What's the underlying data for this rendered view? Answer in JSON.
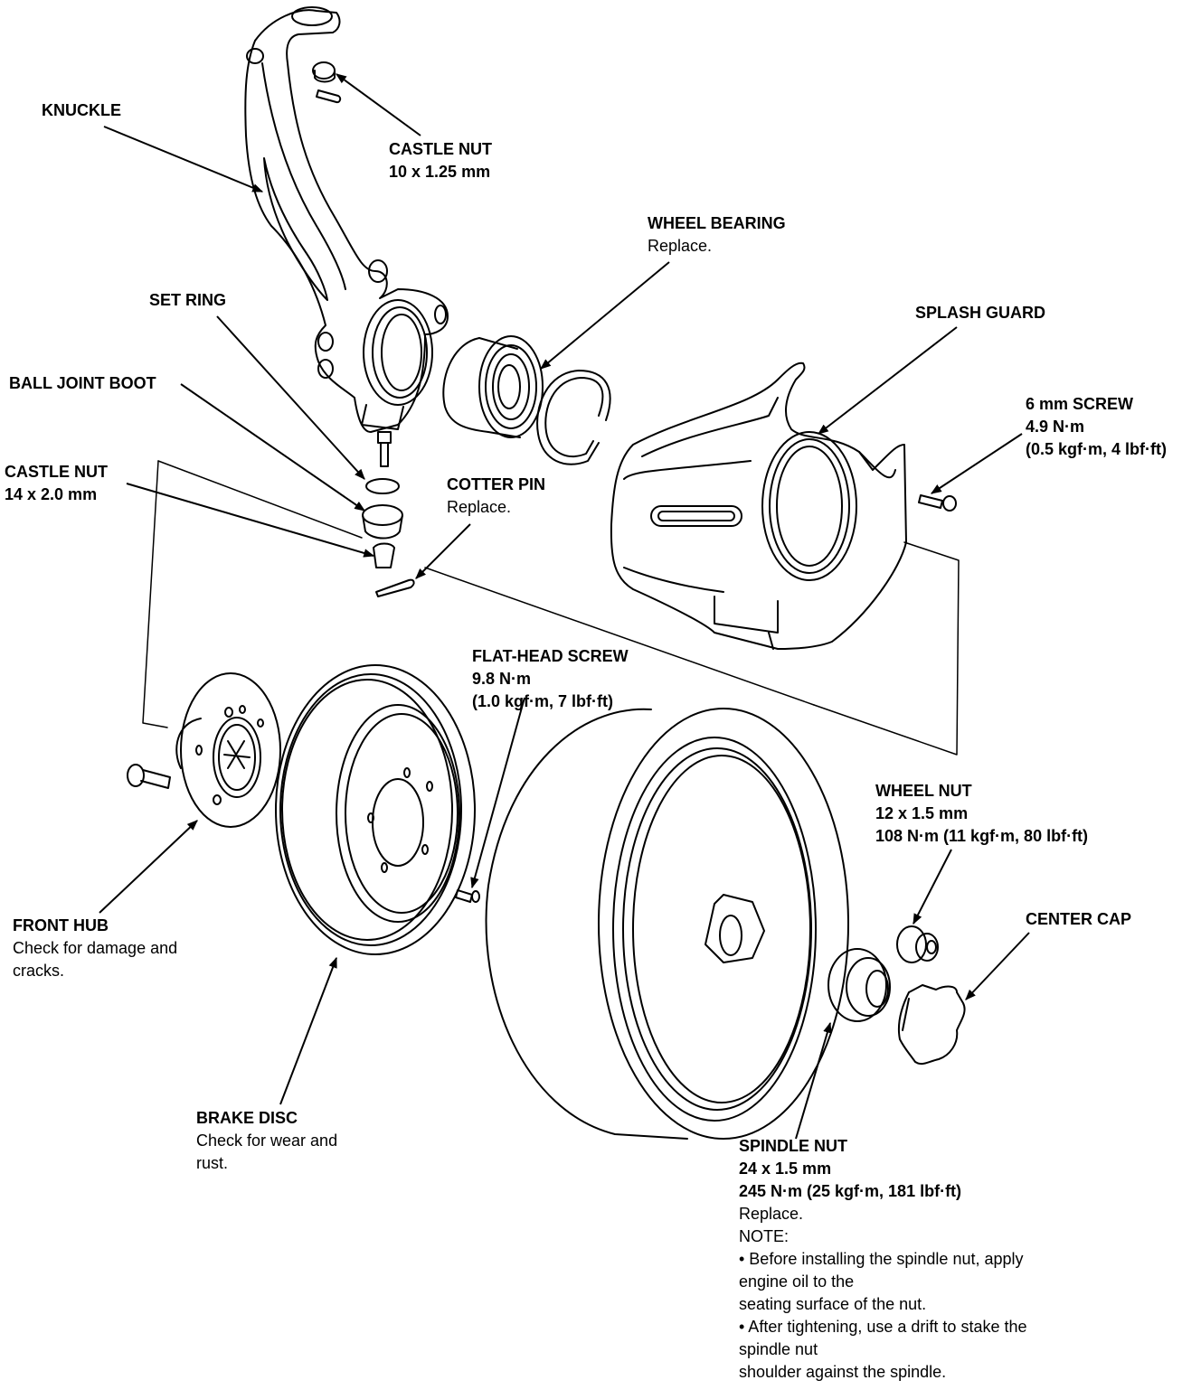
{
  "diagram": {
    "title": "Front hub / knuckle exploded view",
    "colors": {
      "line": "#000000",
      "background": "#ffffff"
    },
    "labels": {
      "knuckle": {
        "title": "KNUCKLE"
      },
      "castle_nut_upper": {
        "title": "CASTLE NUT",
        "spec": "10 x 1.25 mm"
      },
      "wheel_bearing": {
        "title": "WHEEL BEARING",
        "note": "Replace."
      },
      "splash_guard": {
        "title": "SPLASH GUARD"
      },
      "set_ring": {
        "title": "SET RING"
      },
      "ball_joint_boot": {
        "title": "BALL JOINT BOOT"
      },
      "screw_6mm": {
        "title": "6 mm SCREW",
        "torque": "4.9 N·m",
        "torque_alt": "(0.5 kgf·m, 4 lbf·ft)"
      },
      "castle_nut_lower": {
        "title": "CASTLE NUT",
        "spec": "14 x 2.0 mm"
      },
      "cotter_pin": {
        "title": "COTTER PIN",
        "note": "Replace."
      },
      "flat_head_screw": {
        "title": "FLAT-HEAD SCREW",
        "torque": "9.8 N·m",
        "torque_alt": "(1.0 kgf·m, 7 lbf·ft)"
      },
      "wheel_nut": {
        "title": "WHEEL NUT",
        "spec": "12 x 1.5 mm",
        "torque": "108 N·m (11 kgf·m, 80 lbf·ft)"
      },
      "center_cap": {
        "title": "CENTER CAP"
      },
      "front_hub": {
        "title": "FRONT HUB",
        "note_line1": "Check for damage and",
        "note_line2": "cracks."
      },
      "brake_disc": {
        "title": "BRAKE DISC",
        "note_line1": "Check for wear and",
        "note_line2": "rust."
      },
      "spindle_nut": {
        "title": "SPINDLE NUT",
        "spec": "24 x 1.5 mm",
        "torque": "245 N·m (25 kgf·m, 181 lbf·ft)",
        "note": "Replace.",
        "note_heading": "NOTE:",
        "bullets": [
          {
            "lines": [
              "• Before installing the spindle nut, apply",
              "engine oil to the",
              "seating surface of the nut."
            ]
          },
          {
            "lines": [
              "• After tightening, use a drift to stake the",
              "spindle nut",
              "shoulder against the spindle."
            ]
          }
        ]
      }
    }
  }
}
